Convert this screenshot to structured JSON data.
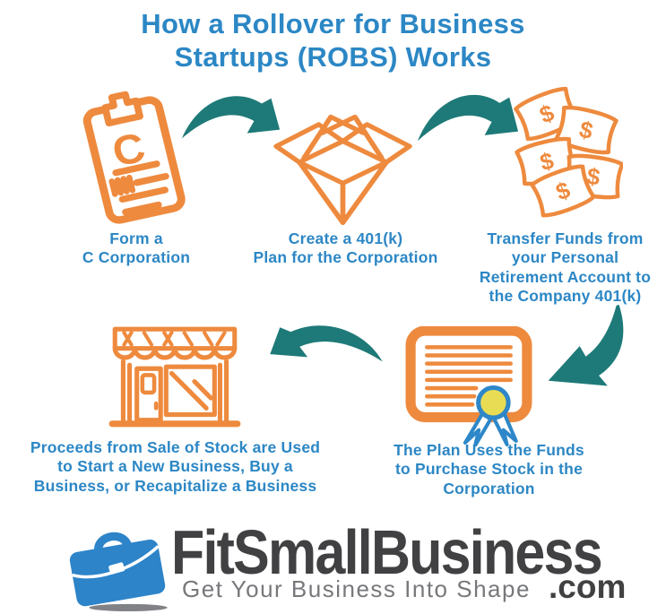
{
  "title": "How a Rollover for Business\nStartups (ROBS) Works",
  "colors": {
    "accent_orange": "#ee8a3e",
    "arrow_teal": "#1e7a78",
    "text_blue": "#2c87c5",
    "ribbon_blue": "#2d87c8",
    "seal_yellow": "#e9dc55",
    "logo_dark": "#414042",
    "logo_blue": "#2d84c9",
    "tagline_gray": "#77787b"
  },
  "steps": [
    {
      "name": "form-c-corporation",
      "icon": "clipboard-c-icon",
      "caption": "Form a\nC Corporation"
    },
    {
      "name": "create-401k-plan",
      "icon": "open-box-icon",
      "caption": "Create a 401(k)\nPlan for the Corporation"
    },
    {
      "name": "transfer-funds",
      "icon": "dollar-bills-icon",
      "caption": "Transfer Funds from\nyour Personal\nRetirement Account to\nthe Company 401(k)"
    },
    {
      "name": "purchase-stock",
      "icon": "stock-certificate-icon",
      "caption": "The Plan Uses the Funds\nto Purchase Stock in the\nCorporation"
    },
    {
      "name": "use-proceeds",
      "icon": "storefront-icon",
      "caption": "Proceeds from Sale of Stock are Used\nto Start a New Business, Buy a\nBusiness, or Recapitalize a Business"
    }
  ],
  "clipboard_letter": "C",
  "money_symbol": "$",
  "arrows": [
    {
      "name": "arrow-step1-to-step2",
      "direction": "curves up, points down-right"
    },
    {
      "name": "arrow-step2-to-step3",
      "direction": "curves up, points down-right"
    },
    {
      "name": "arrow-step3-to-step4",
      "direction": "curves down, points left"
    },
    {
      "name": "arrow-step4-to-step5",
      "direction": "curves up, points down-left"
    }
  ],
  "logo": {
    "brand": "FitSmallBusiness",
    "tld": ".com",
    "tagline": "Get Your Business Into Shape",
    "icon": "briefcase-icon"
  }
}
